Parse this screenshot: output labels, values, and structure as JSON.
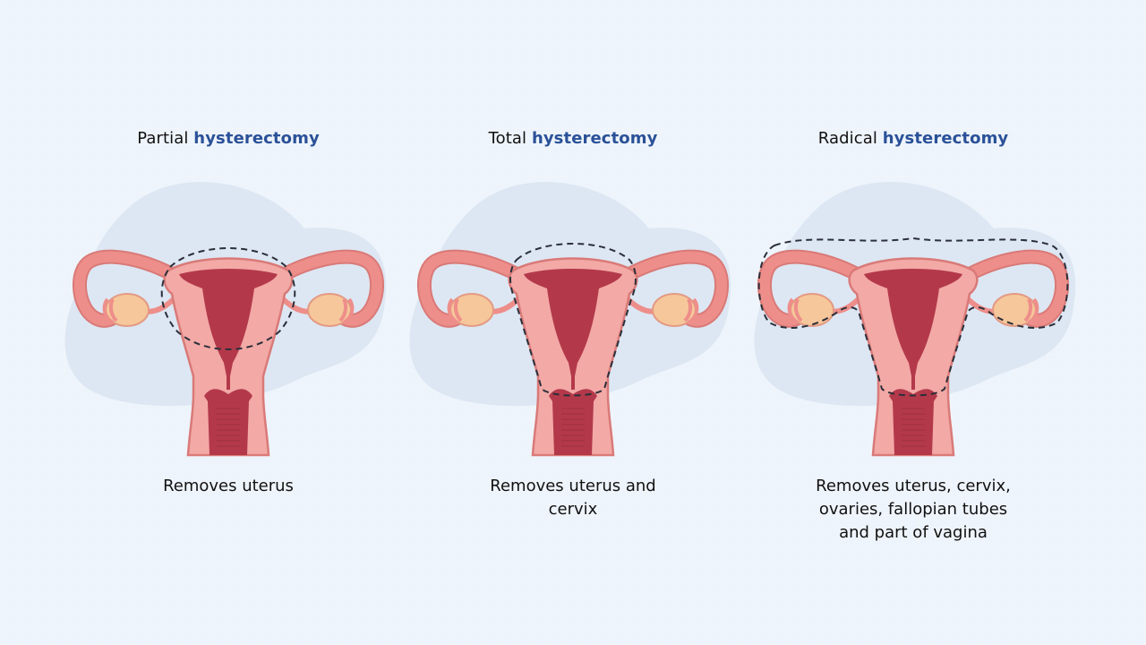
{
  "colors": {
    "background": "#eef4fb",
    "blob": "#dde7f3",
    "title_accent": "#2a5198",
    "tissue_outer": "#f3a9a6",
    "tissue_line": "#d97a78",
    "tube": "#ee8e8a",
    "cavity": "#b3394a",
    "ovary": "#f6c79a",
    "dash": "#2b2f3a"
  },
  "panels": [
    {
      "title_prefix": "Partial",
      "title_accent": "hysterectomy",
      "caption_lines": [
        "Removes uterus"
      ],
      "cut_region": "uterus-body"
    },
    {
      "title_prefix": "Total",
      "title_accent": "hysterectomy",
      "caption_lines": [
        "Removes uterus and",
        "cervix"
      ],
      "cut_region": "uterus-and-cervix"
    },
    {
      "title_prefix": "Radical",
      "title_accent": "hysterectomy",
      "caption_lines": [
        "Removes uterus, cervix,",
        "ovaries, fallopian tubes",
        "and part of vagina"
      ],
      "cut_region": "uterus-cervix-ovaries-tubes"
    }
  ]
}
